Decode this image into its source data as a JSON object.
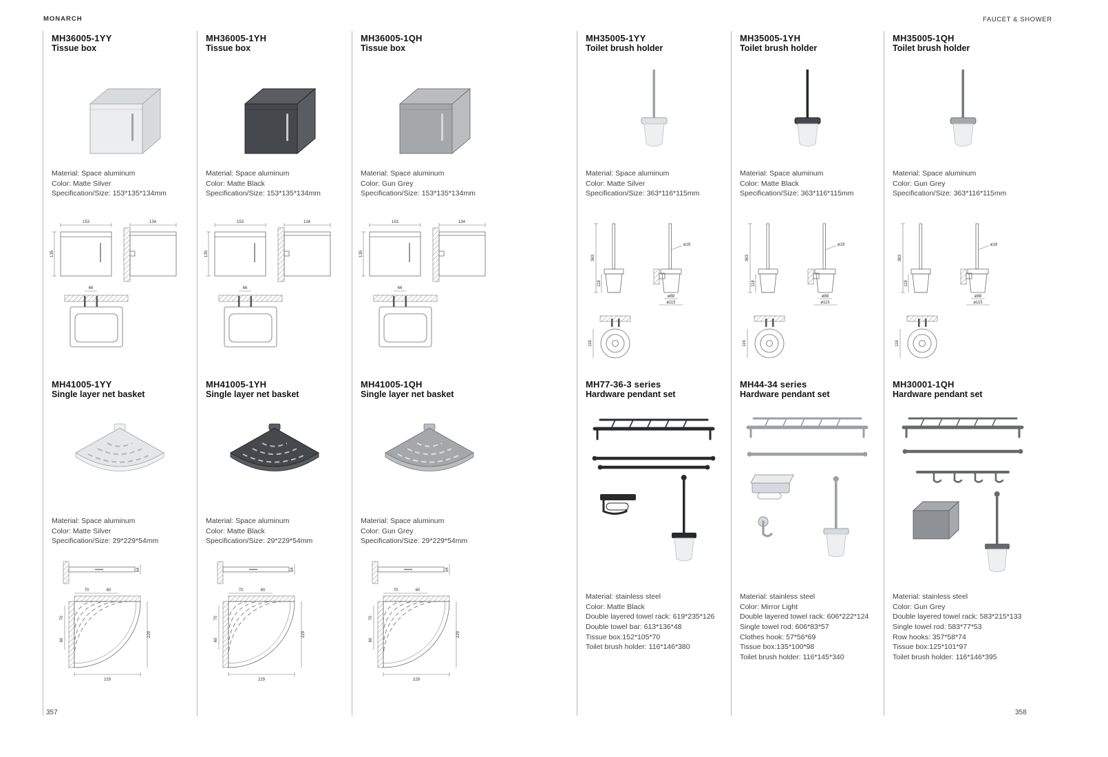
{
  "page": {
    "brand": "MONARCH",
    "section": "FAUCET & SHOWER",
    "page_left": "357",
    "page_right": "358"
  },
  "cells": [
    {
      "code": "MH36005-1YY",
      "name": "Tissue box",
      "specs": [
        "Material: Space aluminum",
        "Color: Matte Silver",
        "Specification/Size: 153*135*134mm"
      ],
      "colors": {
        "face": "#ebedee",
        "top": "#d8dbdc",
        "edge": "#a9adaf",
        "slot": "#9fa3a5"
      }
    },
    {
      "code": "MH36005-1YH",
      "name": "Tissue box",
      "specs": [
        "Material: Space aluminum",
        "Color: Matte Black",
        "Specification/Size: 153*135*134mm"
      ],
      "colors": {
        "face": "#45484c",
        "top": "#595d61",
        "edge": "#26282a",
        "slot": "#caccce"
      }
    },
    {
      "code": "MH36005-1QH",
      "name": "Tissue box",
      "specs": [
        "Material: Space aluminum",
        "Color: Gun Grey",
        "Specification/Size: 153*135*134mm"
      ],
      "colors": {
        "face": "#a4a8ab",
        "top": "#babdc0",
        "edge": "#75797d",
        "slot": "#d6d8da"
      }
    },
    {
      "code": "MH35005-1YY",
      "name": "Toilet brush holder",
      "specs": [
        "Material: Space aluminum",
        "Color: Matte Silver",
        "Specification/Size: 363*116*115mm"
      ],
      "colors": {
        "face": "#dfe2e3",
        "top": "#eceeef",
        "edge": "#9ea2a4",
        "slot": "#9fa3a5"
      }
    },
    {
      "code": "MH35005-1YH",
      "name": "Toilet brush holder",
      "specs": [
        "Material: Space aluminum",
        "Color: Matte Black",
        "Specification/Size: 363*116*115mm"
      ],
      "colors": {
        "face": "#45484c",
        "top": "#595d61",
        "edge": "#26282a",
        "slot": "#caccce"
      }
    },
    {
      "code": "MH35005-1QH",
      "name": "Toilet brush holder",
      "specs": [
        "Material: Space aluminum",
        "Color: Gun Grey",
        "Specification/Size: 363*116*115mm"
      ],
      "colors": {
        "face": "#a4a8ab",
        "top": "#babdc0",
        "edge": "#75797d",
        "slot": "#d6d8da"
      }
    },
    {
      "code": "MH41005-1YY",
      "name": "Single layer net basket",
      "specs": [
        "Material: Space aluminum",
        "Color: Matte Silver",
        "Specification/Size: 29*229*54mm"
      ],
      "colors": {
        "face": "#e4e6e7",
        "top": "#f0f1f2",
        "edge": "#a9adaf",
        "slot": "#b3b7b9"
      }
    },
    {
      "code": "MH41005-1YH",
      "name": "Single layer net basket",
      "specs": [
        "Material: Space aluminum",
        "Color: Matte Black",
        "Specification/Size: 29*229*54mm"
      ],
      "colors": {
        "face": "#45484c",
        "top": "#595d61",
        "edge": "#26282a",
        "slot": "#b9bcbe"
      }
    },
    {
      "code": "MH41005-1QH",
      "name": "Single layer net basket",
      "specs": [
        "Material: Space aluminum",
        "Color: Gun Grey",
        "Specification/Size: 29*229*54mm"
      ],
      "colors": {
        "face": "#a4a8ab",
        "top": "#babdc0",
        "edge": "#75797d",
        "slot": "#dcdee0"
      }
    },
    {
      "code": "MH77-36-3 series",
      "name": "Hardware pendant set",
      "specs": [
        "Material: stainless steel",
        "Color: Matte Black",
        "Double layered towel rack: 619*235*126",
        "Double towel bar: 613*136*48",
        "Tissue box:152*105*70",
        "Toilet brush holder: 116*146*380"
      ],
      "colors": {
        "face": "#3a3d40",
        "top": "#505356",
        "edge": "#282a2c",
        "slot": "#caccce"
      }
    },
    {
      "code": "MH44-34 series",
      "name": "Hardware pendant set",
      "specs": [
        "Material: stainless steel",
        "Color: Mirror Light",
        "Double layered towel rack: 606*222*124",
        "Single towel rod: 606*83*57",
        "Clothes hook: 57*56*69",
        "Tissue box:135*100*98",
        "Toilet brush holder: 116*145*340"
      ],
      "colors": {
        "face": "#d6dade",
        "top": "#e9ebec",
        "edge": "#9aa0a4",
        "slot": "#c2c6c9"
      }
    },
    {
      "code": "MH30001-1QH",
      "name": "Hardware pendant set",
      "specs": [
        "Material: stainless steel",
        "Color: Gun Grey",
        "Double layered towel rack: 583*215*133",
        "Single towel rod: 583*77*53",
        "Row hooks: 357*58*74",
        "Tissue box:125*101*97",
        "Toilet brush holder: 116*146*395"
      ],
      "colors": {
        "face": "#8e9296",
        "top": "#a6aaad",
        "edge": "#65696d",
        "slot": "#d6d8da"
      }
    }
  ],
  "drawings": {
    "tissue": {
      "front_w": "153",
      "front_h": "135",
      "depth": "134",
      "mount": "66"
    },
    "brush": {
      "height": "363",
      "cup_h": "118",
      "rod_d": "ø18",
      "cup_d_inner": "ø88",
      "cup_d_outer": "ø115",
      "plan_w": "116"
    },
    "basket": {
      "length": "229",
      "height": "54",
      "dim_a": "70",
      "dim_b": "60"
    }
  }
}
